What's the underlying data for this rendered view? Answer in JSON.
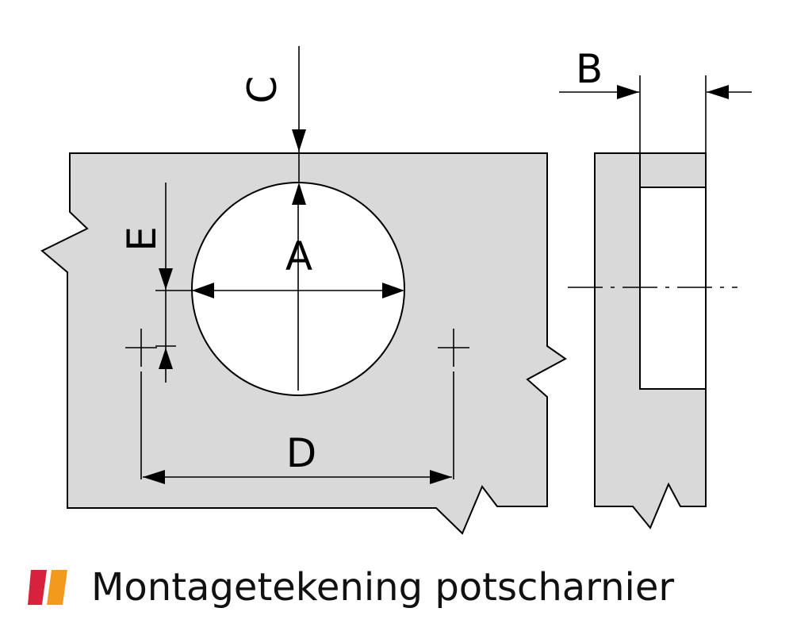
{
  "diagram": {
    "labels": {
      "a": "A",
      "b": "B",
      "c": "C",
      "d": "D",
      "e": "E"
    }
  },
  "caption": {
    "text": "Montagetekening potscharnier"
  },
  "colors": {
    "panel_fill": "#d9d9d9",
    "logo_red": "#d6223a",
    "logo_orange": "#f39a1e"
  }
}
